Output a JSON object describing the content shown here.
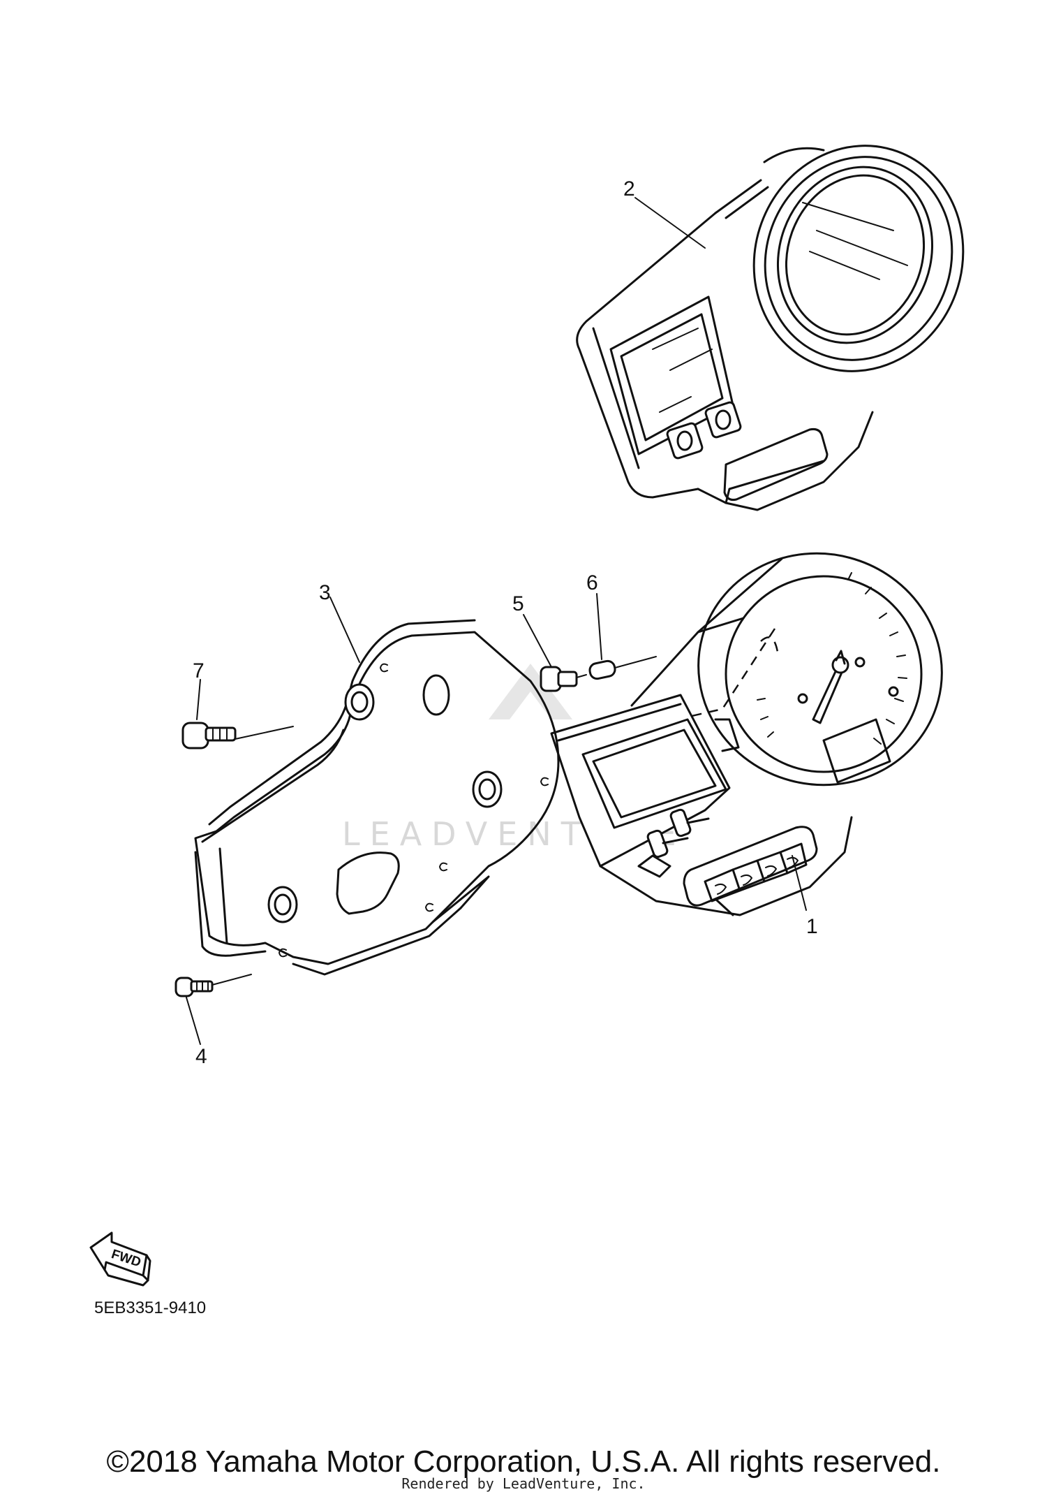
{
  "callouts": [
    {
      "id": "1",
      "label": "1"
    },
    {
      "id": "2",
      "label": "2"
    },
    {
      "id": "3",
      "label": "3"
    },
    {
      "id": "4",
      "label": "4"
    },
    {
      "id": "5",
      "label": "5"
    },
    {
      "id": "6",
      "label": "6"
    },
    {
      "id": "7",
      "label": "7"
    }
  ],
  "fwd_label": "FWD",
  "part_code": "5EB3351-9410",
  "watermark": "LEADVENTURE",
  "copyright": "©2018 Yamaha Motor Corporation, U.S.A. All rights reserved.",
  "rendered_by": "Rendered by LeadVenture, Inc."
}
